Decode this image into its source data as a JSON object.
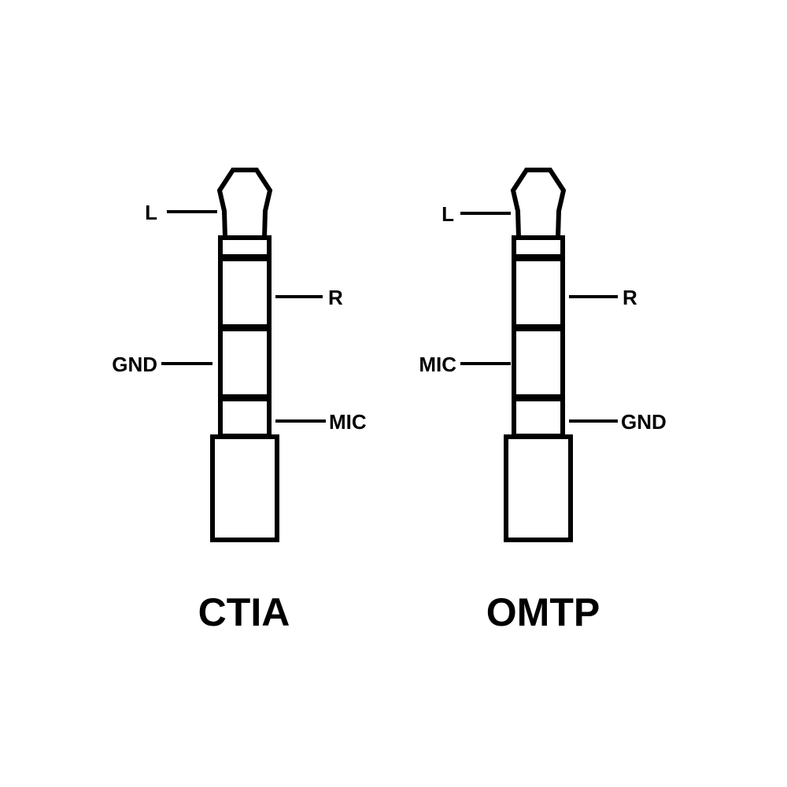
{
  "colors": {
    "background": "#ffffff",
    "ink": "#000000"
  },
  "plugs": [
    {
      "title": "CTIA",
      "labels": {
        "tip": "L",
        "ring1": "R",
        "ring2": "GND",
        "sleeve": "MIC"
      }
    },
    {
      "title": "OMTP",
      "labels": {
        "tip": "L",
        "ring1": "R",
        "ring2": "MIC",
        "sleeve": "GND"
      }
    }
  ]
}
